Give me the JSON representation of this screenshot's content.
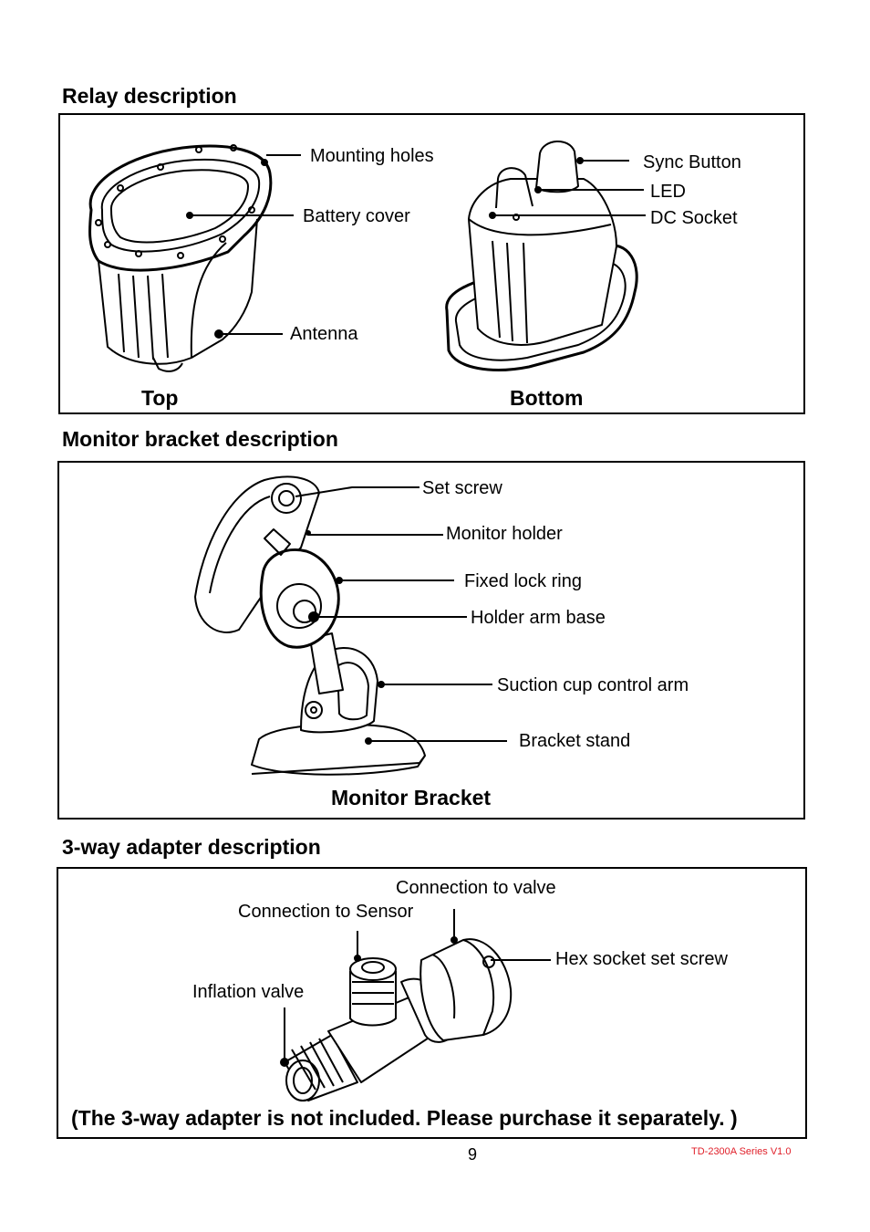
{
  "relay": {
    "heading": "Relay description",
    "labels": {
      "mounting_holes": "Mounting holes",
      "battery_cover": "Battery cover",
      "antenna": "Antenna",
      "sync_button": "Sync Button",
      "led": "LED",
      "dc_socket": "DC Socket"
    },
    "captions": {
      "top": "Top",
      "bottom": "Bottom"
    }
  },
  "bracket": {
    "heading": "Monitor bracket description",
    "labels": {
      "set_screw": "Set screw",
      "monitor_holder": "Monitor holder",
      "fixed_lock_ring": "Fixed lock ring",
      "holder_arm_base": "Holder arm base",
      "suction_cup_control_arm": "Suction cup control arm",
      "bracket_stand": "Bracket stand"
    },
    "caption": "Monitor Bracket"
  },
  "adapter": {
    "heading": "3-way adapter description",
    "labels": {
      "connection_to_valve": "Connection to valve",
      "connection_to_sensor": "Connection to Sensor",
      "hex_socket_set_screw": "Hex socket set screw",
      "inflation_valve": "Inflation valve"
    },
    "note": "(The 3-way adapter is not included. Please purchase it separately. )"
  },
  "footer": {
    "page_number": "9",
    "version": "TD-2300A Series V1.0",
    "version_color": "#e0202a"
  }
}
